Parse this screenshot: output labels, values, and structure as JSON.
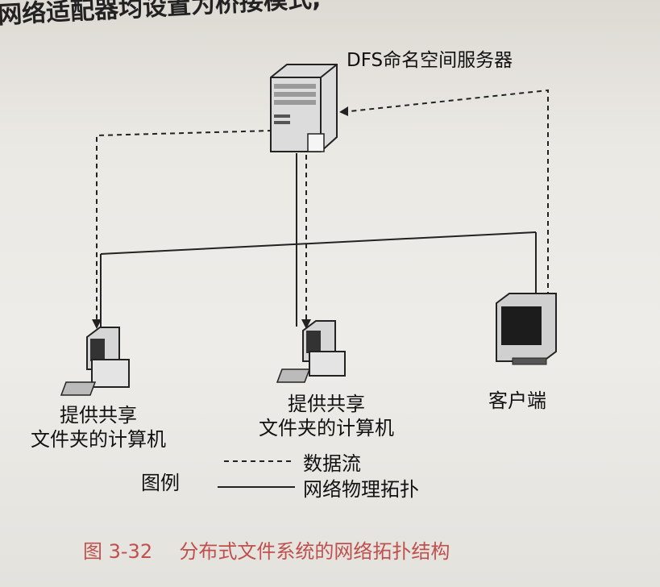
{
  "header": {
    "text": "网络适配器均设置为桥接模式,"
  },
  "nodes": {
    "server": {
      "label": "DFS命名空间服务器"
    },
    "computer_left": {
      "label_lines": [
        "提供共享",
        "文件夹的计算机"
      ]
    },
    "computer_middle": {
      "label_lines": [
        "提供共享",
        "文件夹的计算机"
      ]
    },
    "client": {
      "label": "客户端"
    }
  },
  "legend": {
    "title": "图例",
    "items": [
      {
        "style": "dashed",
        "label": "数据流"
      },
      {
        "style": "solid",
        "label": "网络物理拓扑"
      }
    ]
  },
  "caption": {
    "number": "图 3-32",
    "text": "分布式文件系统的网络拓扑结构"
  }
}
